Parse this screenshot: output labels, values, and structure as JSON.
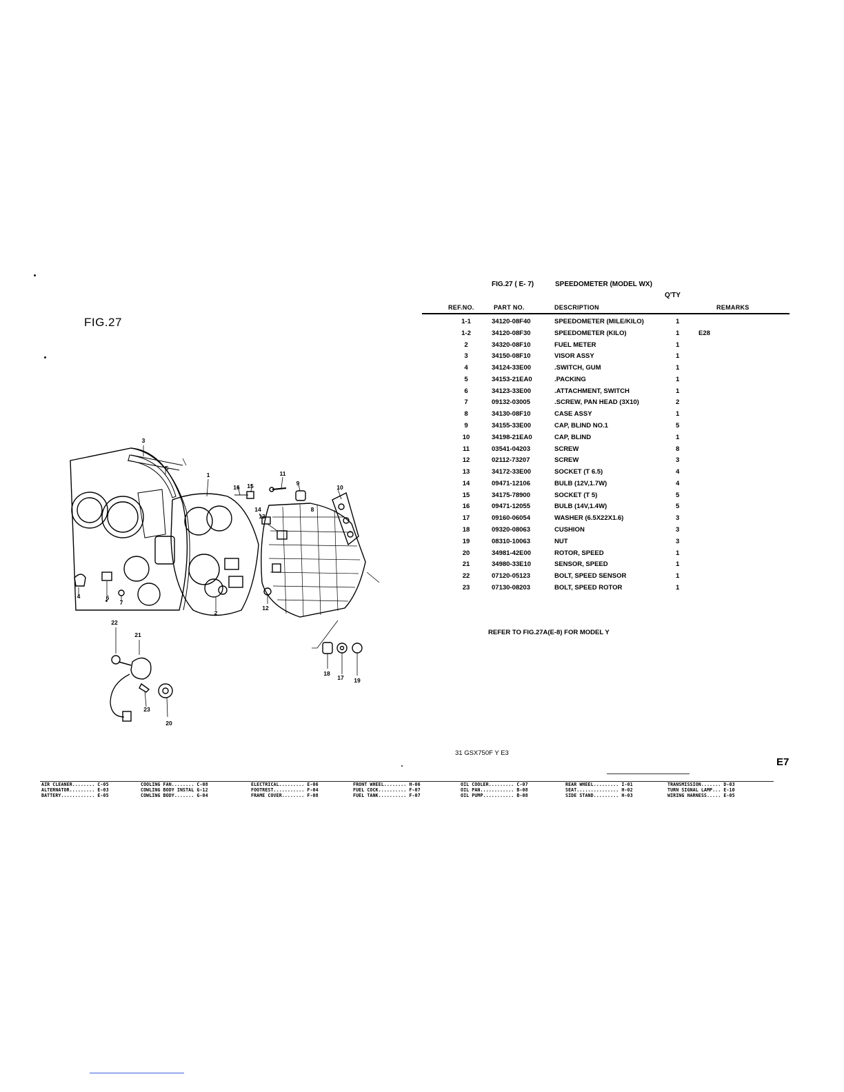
{
  "figure_label": "FIG.27",
  "header": {
    "fig_ref": "FIG.27 ( E- 7)",
    "title": "SPEEDOMETER (MODEL WX)",
    "qty_label": "Q'TY"
  },
  "columns": {
    "ref": "REF.NO.",
    "part": "PART NO.",
    "desc": "DESCRIPTION",
    "remarks": "REMARKS"
  },
  "parts": [
    {
      "ref": "1-1",
      "part": "34120-08F40",
      "desc": "SPEEDOMETER (MILE/KILO)",
      "qty": "1",
      "remarks": ""
    },
    {
      "ref": "1-2",
      "part": "34120-08F30",
      "desc": "SPEEDOMETER (KILO)",
      "qty": "1",
      "remarks": "E28"
    },
    {
      "ref": "2",
      "part": "34320-08F10",
      "desc": "FUEL METER",
      "qty": "1",
      "remarks": ""
    },
    {
      "ref": "3",
      "part": "34150-08F10",
      "desc": "VISOR ASSY",
      "qty": "1",
      "remarks": ""
    },
    {
      "ref": "4",
      "part": "34124-33E00",
      "desc": ".SWITCH, GUM",
      "qty": "1",
      "remarks": ""
    },
    {
      "ref": "5",
      "part": "34153-21EA0",
      "desc": ".PACKING",
      "qty": "1",
      "remarks": ""
    },
    {
      "ref": "6",
      "part": "34123-33E00",
      "desc": ".ATTACHMENT, SWITCH",
      "qty": "1",
      "remarks": ""
    },
    {
      "ref": "7",
      "part": "09132-03005",
      "desc": ".SCREW, PAN HEAD (3X10)",
      "qty": "2",
      "remarks": ""
    },
    {
      "ref": "8",
      "part": "34130-08F10",
      "desc": "CASE ASSY",
      "qty": "1",
      "remarks": ""
    },
    {
      "ref": "9",
      "part": "34155-33E00",
      "desc": "CAP, BLIND NO.1",
      "qty": "5",
      "remarks": ""
    },
    {
      "ref": "10",
      "part": "34198-21EA0",
      "desc": "CAP, BLIND",
      "qty": "1",
      "remarks": ""
    },
    {
      "ref": "11",
      "part": "03541-04203",
      "desc": "SCREW",
      "qty": "8",
      "remarks": ""
    },
    {
      "ref": "12",
      "part": "02112-73207",
      "desc": "SCREW",
      "qty": "3",
      "remarks": ""
    },
    {
      "ref": "13",
      "part": "34172-33E00",
      "desc": "SOCKET (T 6.5)",
      "qty": "4",
      "remarks": ""
    },
    {
      "ref": "14",
      "part": "09471-12106",
      "desc": "BULB (12V,1.7W)",
      "qty": "4",
      "remarks": ""
    },
    {
      "ref": "15",
      "part": "34175-78900",
      "desc": "SOCKET (T 5)",
      "qty": "5",
      "remarks": ""
    },
    {
      "ref": "16",
      "part": "09471-12055",
      "desc": "BULB (14V,1.4W)",
      "qty": "5",
      "remarks": ""
    },
    {
      "ref": "17",
      "part": "09160-06054",
      "desc": "WASHER (6.5X22X1.6)",
      "qty": "3",
      "remarks": ""
    },
    {
      "ref": "18",
      "part": "09320-08063",
      "desc": "CUSHION",
      "qty": "3",
      "remarks": ""
    },
    {
      "ref": "19",
      "part": "08310-10063",
      "desc": "NUT",
      "qty": "3",
      "remarks": ""
    },
    {
      "ref": "20",
      "part": "34981-42E00",
      "desc": "ROTOR, SPEED",
      "qty": "1",
      "remarks": ""
    },
    {
      "ref": "21",
      "part": "34980-33E10",
      "desc": "SENSOR, SPEED",
      "qty": "1",
      "remarks": ""
    },
    {
      "ref": "22",
      "part": "07120-05123",
      "desc": "BOLT, SPEED SENSOR",
      "qty": "1",
      "remarks": ""
    },
    {
      "ref": "23",
      "part": "07130-08203",
      "desc": "BOLT, SPEED ROTOR",
      "qty": "1",
      "remarks": ""
    }
  ],
  "refer_note": "REFER TO FIG.27A(E-8) FOR MODEL Y",
  "model_code": "31 GSX750F Y E3",
  "page_id": "E7",
  "diagram_callouts": [
    "3",
    "5",
    "1",
    "11",
    "9",
    "10",
    "16",
    "15",
    "14",
    "13",
    "8",
    "4",
    "6",
    "7",
    "2",
    "12",
    "22",
    "21",
    "23",
    "20",
    "18",
    "17",
    "19"
  ],
  "index": [
    {
      "label": "AIR CLEANER........",
      "page": "C-05"
    },
    {
      "label": "ALTERNATOR.........",
      "page": "E-03"
    },
    {
      "label": "BATTERY............",
      "page": "E-05"
    },
    {
      "label": "COOLING FAN........",
      "page": "C-08"
    },
    {
      "label": "COWLING BODY INSTAL",
      "page": "G-12"
    },
    {
      "label": "COWLING BODY.......",
      "page": "G-04"
    },
    {
      "label": "ELECTRICAL.........",
      "page": "E-06"
    },
    {
      "label": "FOOTREST...........",
      "page": "F-04"
    },
    {
      "label": "FRAME COVER........",
      "page": "F-08"
    },
    {
      "label": "FRONT WHEEL........",
      "page": "H-06"
    },
    {
      "label": "FUEL COCK..........",
      "page": "F-07"
    },
    {
      "label": "FUEL TANK..........",
      "page": "F-07"
    },
    {
      "label": "OIL COOLER.........",
      "page": "C-07"
    },
    {
      "label": "OIL PAN............",
      "page": "B-08"
    },
    {
      "label": "OIL PUMP...........",
      "page": "B-08"
    },
    {
      "label": "REAR WHEEL.........",
      "page": "I-01"
    },
    {
      "label": "SEAT...............",
      "page": "H-02"
    },
    {
      "label": "SIDE STAND.........",
      "page": "H-03"
    },
    {
      "label": "TRANSMISSION.......",
      "page": "D-03"
    },
    {
      "label": "TURN SIGNAL LAMP...",
      "page": "E-10"
    },
    {
      "label": "WIRING HARNESS.....",
      "page": "E-05"
    }
  ]
}
